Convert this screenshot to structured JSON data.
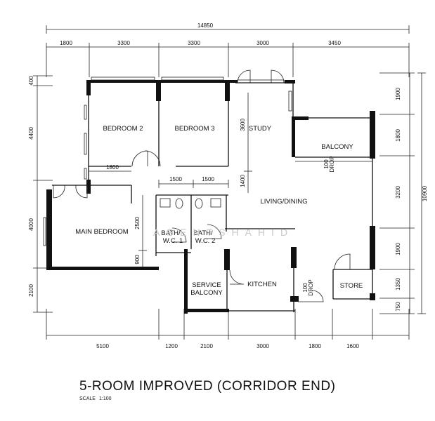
{
  "plan": {
    "title": "5-ROOM IMPROVED (CORRIDOR END)",
    "scale_label": "SCALE",
    "scale_value": "1:100",
    "watermark": "AGENTSHAHID"
  },
  "rooms": {
    "bedroom2": "BEDROOM 2",
    "bedroom3": "BEDROOM 3",
    "study": "STUDY",
    "balcony": "BALCONY",
    "living_dining": "LIVING/DINING",
    "main_bedroom": "MAIN BEDROOM",
    "bath1_line1": "BATH/",
    "bath1_line2": "W.C. 1",
    "bath2_line1": "BATH/",
    "bath2_line2": "W.C. 2",
    "service_balcony_line1": "SERVICE",
    "service_balcony_line2": "BALCONY",
    "kitchen": "KITCHEN",
    "store": "STORE",
    "drop_balcony_line1": "100",
    "drop_balcony_line2": "DROP",
    "drop_kitchen_line1": "100",
    "drop_kitchen_line2": "DROP"
  },
  "dimensions": {
    "overall_width": "14850",
    "top": [
      "1800",
      "3300",
      "3300",
      "3000",
      "3450"
    ],
    "bottom": [
      "5100",
      "1200",
      "2100",
      "3000",
      "1800",
      "1600"
    ],
    "left": [
      "400",
      "4400",
      "4000",
      "2100"
    ],
    "right_overall": "10900",
    "right": [
      "1900",
      "1800",
      "3200",
      "1900",
      "1350",
      "750"
    ],
    "interior": {
      "corridor_1800": "1800",
      "bath_1500_a": "1500",
      "bath_1500_b": "1500",
      "study_3600": "3600",
      "study_1400": "1400",
      "wc_2500": "2500",
      "wc_900": "900"
    }
  }
}
